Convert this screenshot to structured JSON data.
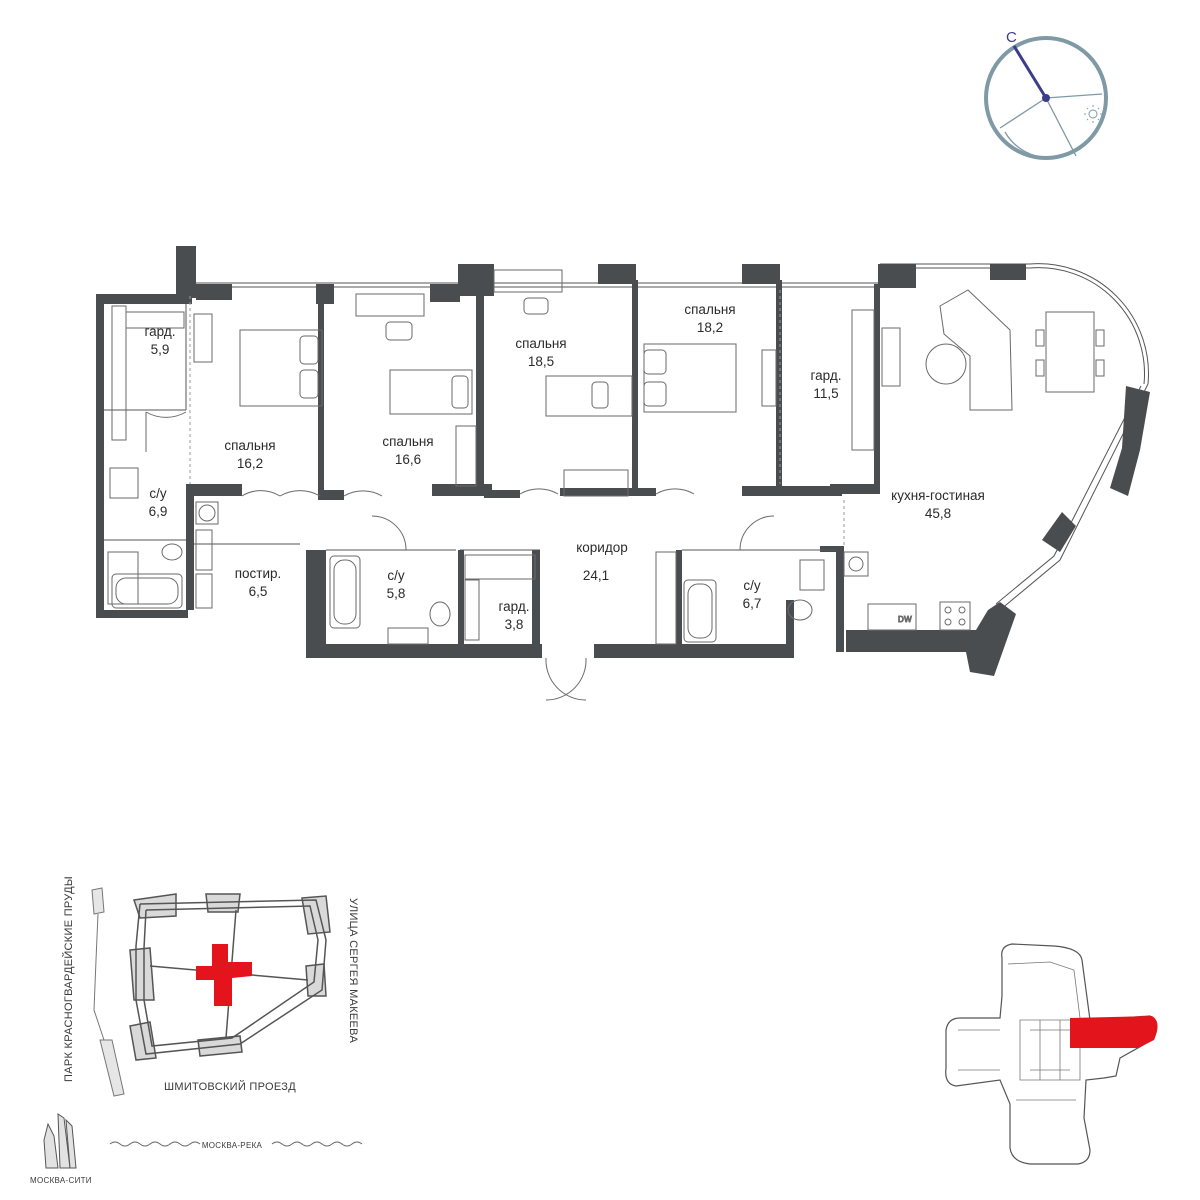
{
  "compass": {
    "north_letter": "С",
    "ring_color": "#7f9aa5",
    "needle_color": "#3b3c8c",
    "sun_icon": "sun-icon"
  },
  "rooms": [
    {
      "id": "wardrobe-1",
      "name": "гард.",
      "area": "5,9"
    },
    {
      "id": "bedroom-1",
      "name": "спальня",
      "area": "16,2"
    },
    {
      "id": "bedroom-2",
      "name": "спальня",
      "area": "16,6"
    },
    {
      "id": "bedroom-3",
      "name": "спальня",
      "area": "18,5"
    },
    {
      "id": "bedroom-4",
      "name": "спальня",
      "area": "18,2"
    },
    {
      "id": "wardrobe-2",
      "name": "гард.",
      "area": "11,5"
    },
    {
      "id": "kitchen-living",
      "name": "кухня-гостиная",
      "area": "45,8"
    },
    {
      "id": "bathroom-1",
      "name": "с/у",
      "area": "6,9"
    },
    {
      "id": "laundry",
      "name": "постир.",
      "area": "6,5"
    },
    {
      "id": "bathroom-2",
      "name": "с/у",
      "area": "5,8"
    },
    {
      "id": "wardrobe-3",
      "name": "гард.",
      "area": "3,8"
    },
    {
      "id": "corridor",
      "name": "коридор",
      "area": "24,1"
    },
    {
      "id": "bathroom-3",
      "name": "с/у",
      "area": "6,7"
    }
  ],
  "appliance_label": "DW",
  "site_map": {
    "park": "ПАРК КРАСНОГВАРДЕЙСКИЕ ПРУДЫ",
    "street_right": "УЛИЦА СЕРГЕЯ МАКЕЕВА",
    "street_bottom": "ШМИТОВСКИЙ ПРОЕЗД",
    "river": "МОСКВА-РЕКА",
    "district": "МОСКВА-СИТИ",
    "highlight_color": "#e3141b"
  },
  "floor_key": {
    "highlight_color": "#e3141b"
  }
}
